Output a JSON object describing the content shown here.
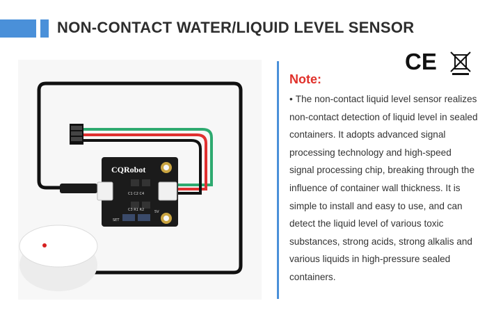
{
  "header": {
    "title": "NON-CONTACT WATER/LIQUID LEVEL SENSOR"
  },
  "product": {
    "brand": "CQRobot",
    "silk_labels": {
      "caps": "C1 C2 C4",
      "refs": "C3 R1 R2",
      "set": "SET",
      "voltage": "5V"
    }
  },
  "certifications": [
    "CE",
    "WEEE"
  ],
  "note": {
    "title": "Note:",
    "bullet": "•",
    "text": "The non-contact liquid level sensor realizes non-contact detection of liquid level in sealed containers. It adopts advanced signal processing technology and high-speed signal processing chip, breaking through the influence of container wall thickness. It is simple to install and easy to use, and can detect the liquid level of various toxic substances, strong acids, strong alkalis and various liquids in high-pressure sealed containers."
  },
  "colors": {
    "accent": "#4a90d9",
    "note_title": "#e0302a",
    "wire_red": "#e03030",
    "wire_green": "#2eaa70",
    "board": "#1b1b1b"
  }
}
